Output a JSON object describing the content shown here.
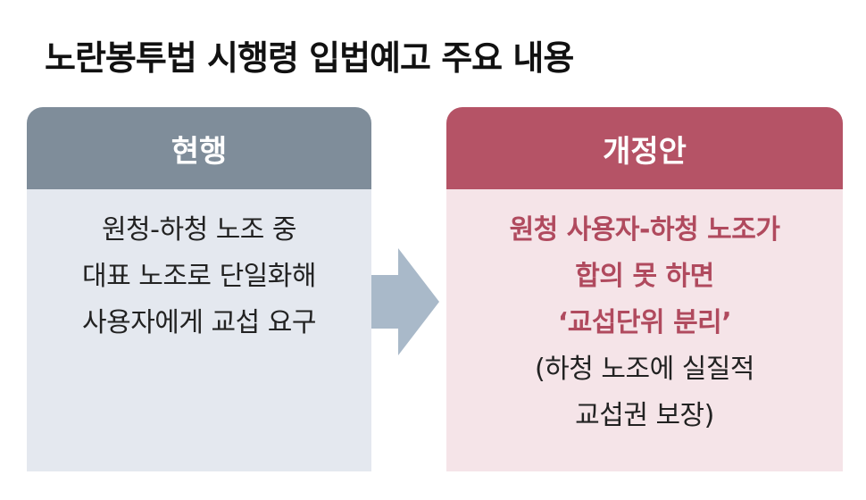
{
  "title": "노란봉투법 시행령 입법예고 주요 내용",
  "current": {
    "header": "현행",
    "lines": [
      "원청-하청 노조 중",
      "대표 노조로 단일화해",
      "사용자에게 교섭 요구"
    ]
  },
  "proposal": {
    "header": "개정안",
    "highlight_lines": [
      "원청 사용자-하청 노조가",
      "합의 못 하면",
      "‘교섭단위 분리’"
    ],
    "note_lines": [
      "(하청 노조에 실질적",
      "교섭권 보장)"
    ]
  },
  "colors": {
    "current_header": "#7f8d9a",
    "current_body": "#e4e8ef",
    "proposal_header": "#b55366",
    "proposal_body": "#f5e4e8",
    "proposal_text": "#b04a5e",
    "arrow": "#a9b9c9"
  }
}
